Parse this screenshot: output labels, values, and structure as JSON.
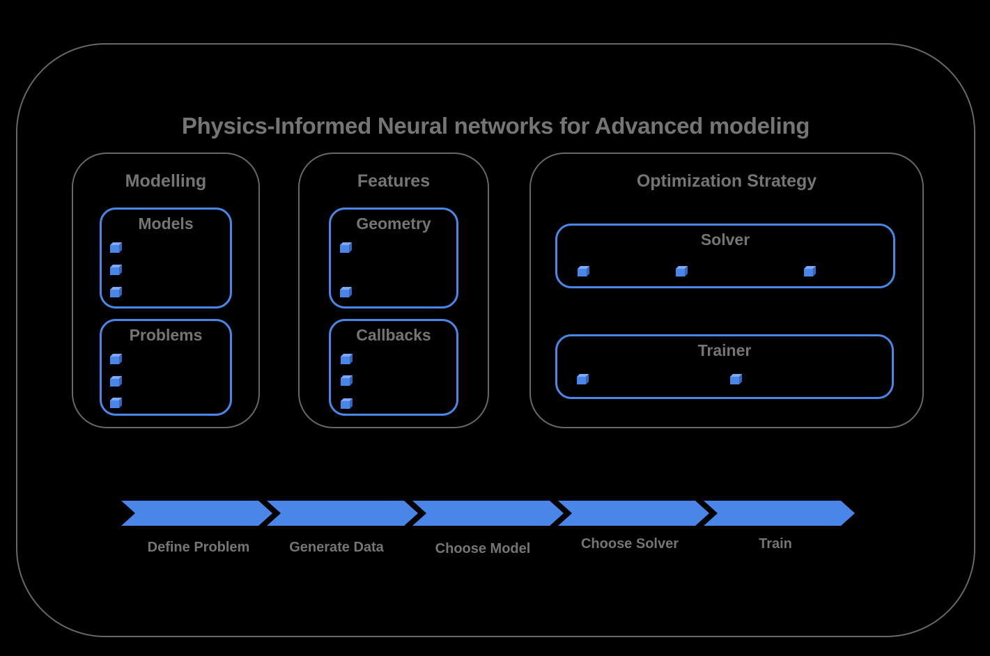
{
  "title": "Physics-Informed Neural networks for Advanced modeling",
  "panels": {
    "modelling": {
      "label": "Modelling",
      "models": {
        "label": "Models",
        "item_count": 3,
        "item_icon": "cube-icon"
      },
      "problems": {
        "label": "Problems",
        "item_count": 3,
        "item_icon": "cube-icon"
      }
    },
    "features": {
      "label": "Features",
      "geometry": {
        "label": "Geometry",
        "item_count": 2,
        "item_icon": "cube-icon"
      },
      "callbacks": {
        "label": "Callbacks",
        "item_count": 3,
        "item_icon": "cube-icon"
      }
    },
    "optimization": {
      "label": "Optimization Strategy",
      "solver": {
        "label": "Solver",
        "item_count": 3,
        "item_icon": "cube-icon"
      },
      "trainer": {
        "label": "Trainer",
        "item_count": 2,
        "item_icon": "cube-icon"
      }
    }
  },
  "workflow": {
    "steps": [
      {
        "label": "Define Problem"
      },
      {
        "label": "Generate Data"
      },
      {
        "label": "Choose Model"
      },
      {
        "label": "Choose Solver"
      },
      {
        "label": "Train"
      }
    ]
  },
  "colors": {
    "accent_blue": "#4a86e8",
    "cube_top_blue": "#7fa9f3",
    "cube_side_blue": "#3466bf",
    "outline_gray": "#686868",
    "text_gray": "#757575",
    "background": "#000000"
  }
}
